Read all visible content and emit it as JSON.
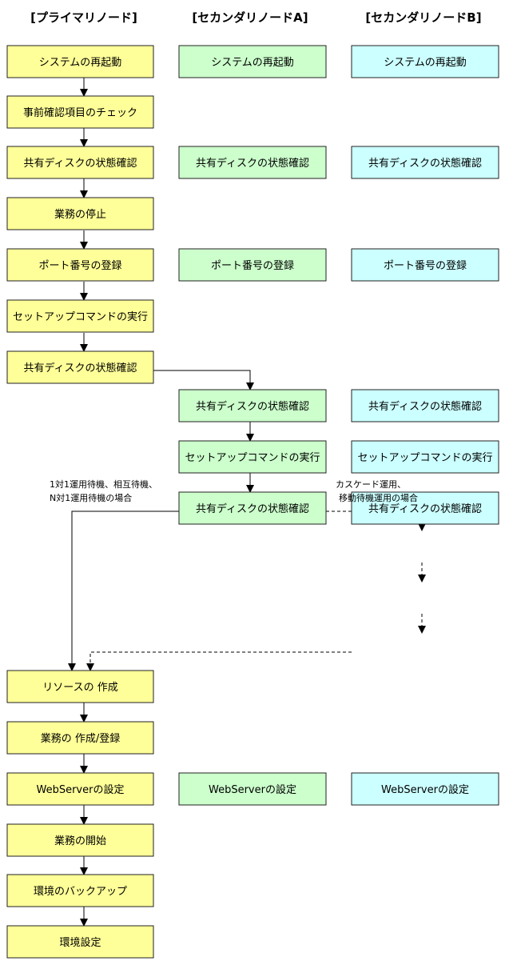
{
  "headers": {
    "primary": "[プライマリノード]",
    "secondary_a": "[セカンダリノードA]",
    "secondary_b": "[セカンダリノードB]"
  },
  "colors": {
    "primary": "#ffff99",
    "secondary_a": "#ccffcc",
    "secondary_b": "#ccffff",
    "line": "#000000"
  },
  "primary_steps": [
    "システムの再起動",
    "事前確認項目のチェック",
    "共有ディスクの状態確認",
    "業務の停止",
    "ポート番号の登録",
    "セットアップコマンドの実行",
    "共有ディスクの状態確認",
    "リソースの 作成",
    "業務の 作成/登録",
    "WebServerの設定",
    "業務の開始",
    "環境のバックアップ",
    "環境設定"
  ],
  "secondary_a_steps": [
    "システムの再起動",
    "共有ディスクの状態確認",
    "ポート番号の登録",
    "共有ディスクの状態確認",
    "セットアップコマンドの実行",
    "共有ディスクの状態確認",
    "WebServerの設定"
  ],
  "secondary_b_steps": [
    "システムの再起動",
    "共有ディスクの状態確認",
    "ポート番号の登録",
    "共有ディスクの状態確認",
    "セットアップコマンドの実行",
    "共有ディスクの状態確認",
    "WebServerの設定"
  ],
  "notes": {
    "left_line1": "1対1運用待機、相互待機、",
    "left_line2": "N対1運用待機の場合",
    "right_line1": "カスケード運用、",
    "right_line2": "移動待機運用の場合"
  }
}
